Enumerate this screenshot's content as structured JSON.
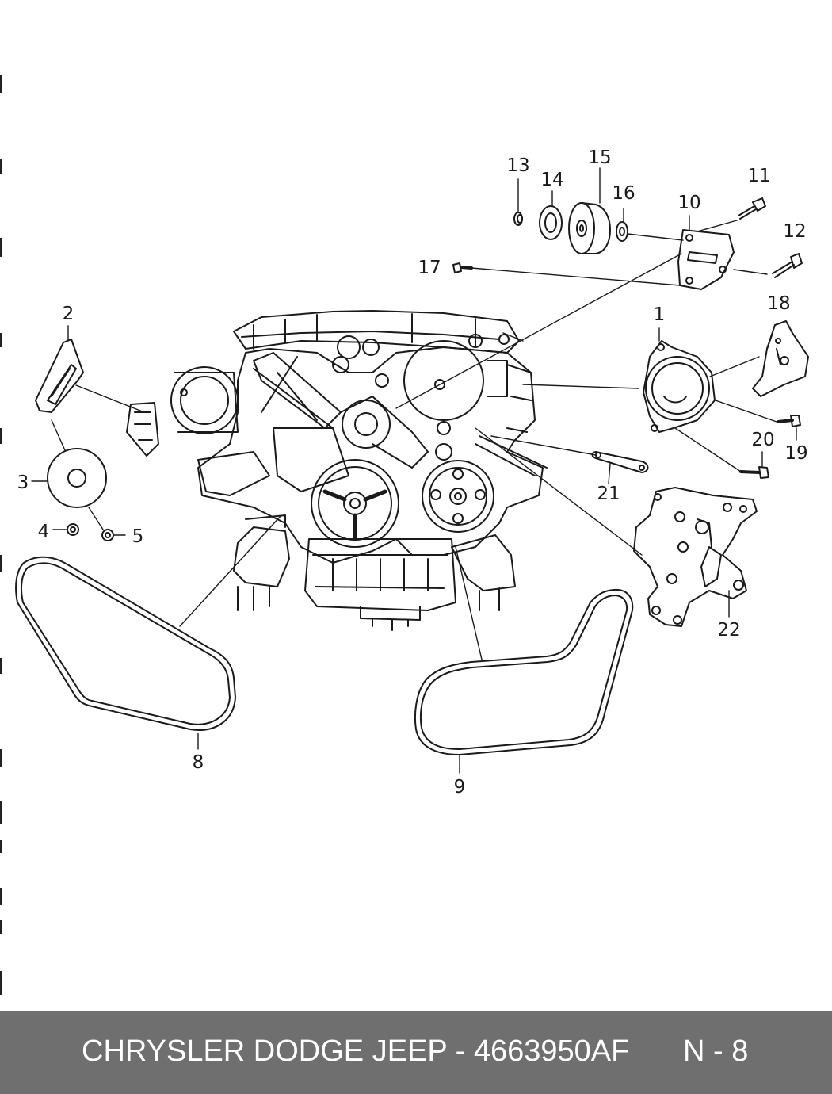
{
  "diagram": {
    "callouts": [
      {
        "id": "1",
        "label": "1"
      },
      {
        "id": "2",
        "label": "2"
      },
      {
        "id": "3",
        "label": "3"
      },
      {
        "id": "4",
        "label": "4"
      },
      {
        "id": "5",
        "label": "5"
      },
      {
        "id": "8",
        "label": "8"
      },
      {
        "id": "9",
        "label": "9"
      },
      {
        "id": "10",
        "label": "10"
      },
      {
        "id": "11",
        "label": "11"
      },
      {
        "id": "12",
        "label": "12"
      },
      {
        "id": "13",
        "label": "13"
      },
      {
        "id": "14",
        "label": "14"
      },
      {
        "id": "15",
        "label": "15"
      },
      {
        "id": "16",
        "label": "16"
      },
      {
        "id": "17",
        "label": "17"
      },
      {
        "id": "18",
        "label": "18"
      },
      {
        "id": "19",
        "label": "19"
      },
      {
        "id": "20",
        "label": "20"
      },
      {
        "id": "21",
        "label": "21"
      },
      {
        "id": "22",
        "label": "22"
      }
    ]
  },
  "footer": {
    "brand_part": "CHRYSLER DODGE JEEP - 4663950AF",
    "page_ref": "N - 8"
  }
}
